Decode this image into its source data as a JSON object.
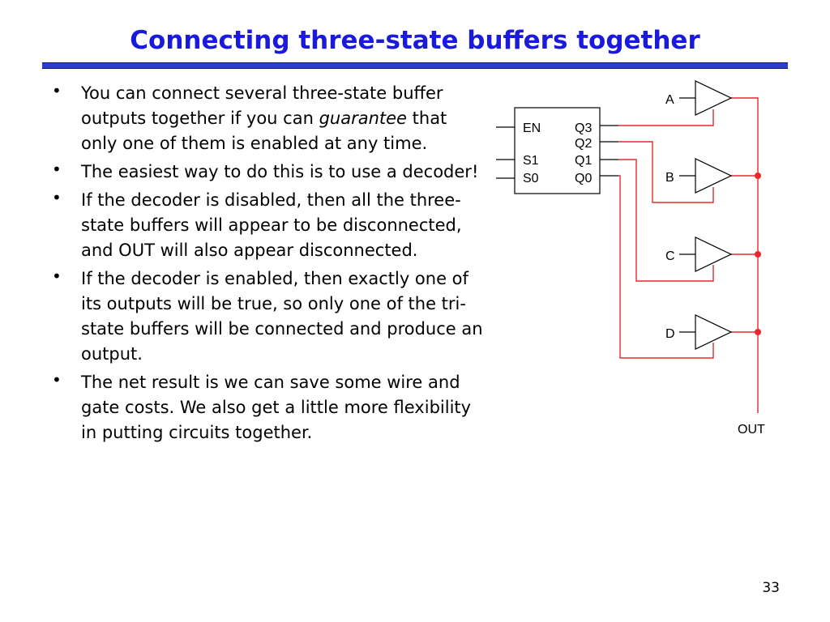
{
  "title": "Connecting three-state buffers together",
  "bullets": [
    {
      "pre": "You can connect several three-state buffer outputs together if you can ",
      "em": "guarantee",
      "post": " that only one of them is enabled at any time."
    },
    {
      "pre": "The easiest way to do this is to use a decoder!",
      "em": "",
      "post": ""
    },
    {
      "pre": "If the decoder is disabled, then all the three-state buffers will appear to be disconnected, and OUT will also appear disconnected.",
      "em": "",
      "post": ""
    },
    {
      "pre": "If the decoder is enabled, then exactly one of its outputs will be true, so only one of the tri-state buffers will be connected and produce an output.",
      "em": "",
      "post": ""
    },
    {
      "pre": "The net result is we can save some wire and gate costs. We also get a little more flexibility in putting circuits together.",
      "em": "",
      "post": ""
    }
  ],
  "bullet_glyph": "•",
  "page_number": "33",
  "diagram": {
    "decoder_inputs": [
      "EN",
      "S1",
      "S0"
    ],
    "decoder_outputs": [
      "Q3",
      "Q2",
      "Q1",
      "Q0"
    ],
    "buffer_inputs": [
      "A",
      "B",
      "C",
      "D"
    ],
    "output_label": "OUT",
    "wire_color": "#e8282d",
    "title_color": "#1a1adc"
  }
}
